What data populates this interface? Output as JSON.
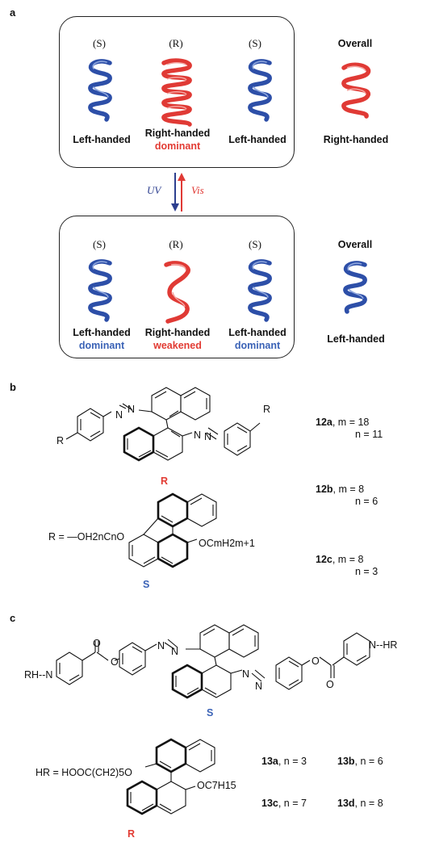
{
  "panel_a": {
    "letter": "a",
    "top_box": {
      "config_labels": [
        "(S)",
        "(R)",
        "(S)"
      ],
      "overall_heading": "Overall",
      "helix_labels": [
        "Left-handed",
        "Right-handed",
        "Left-handed",
        "Right-handed"
      ],
      "dominant_label": "dominant"
    },
    "switch": {
      "uv": "UV",
      "vis": "Vis"
    },
    "bottom_box": {
      "config_labels": [
        "(S)",
        "(R)",
        "(S)"
      ],
      "overall_heading": "Overall",
      "helix_labels": [
        "Left-handed",
        "Right-handed",
        "Left-handed",
        "Left-handed"
      ],
      "sub_labels": [
        "dominant",
        "weakened",
        "dominant"
      ]
    },
    "colors": {
      "blue_helix": "#2d4fa8",
      "red_helix": "#e03a35"
    }
  },
  "panel_b": {
    "letter": "b",
    "substituent_R_top": "R",
    "substituent_R_bottom": "R",
    "stereo_label_top": "R",
    "r_definition_prefix": "R = ",
    "r_definition": "—OH2nCnO",
    "oc_label": "OCmH2m+1",
    "stereo_label_bottom": "S",
    "compounds": [
      {
        "name": "12a",
        "line1": ", m = 18",
        "line2": "n = 11"
      },
      {
        "name": "12b",
        "line1": ", m = 8",
        "line2": "n = 6"
      },
      {
        "name": "12c",
        "line1": ", m = 8",
        "line2": "n = 3"
      }
    ]
  },
  "panel_c": {
    "letter": "c",
    "rh_label": "RH--N",
    "nhr_label": "N--HR",
    "stereo_label_top": "S",
    "hr_definition": "HR = HOOC(CH2)5O",
    "oc7_label": "OC7H15",
    "stereo_label_bottom": "R",
    "compounds": [
      {
        "name": "13a",
        "detail": ", n = 3"
      },
      {
        "name": "13b",
        "detail": ", n = 6"
      },
      {
        "name": "13c",
        "detail": ", n = 7"
      },
      {
        "name": "13d",
        "detail": ", n = 8"
      }
    ]
  }
}
